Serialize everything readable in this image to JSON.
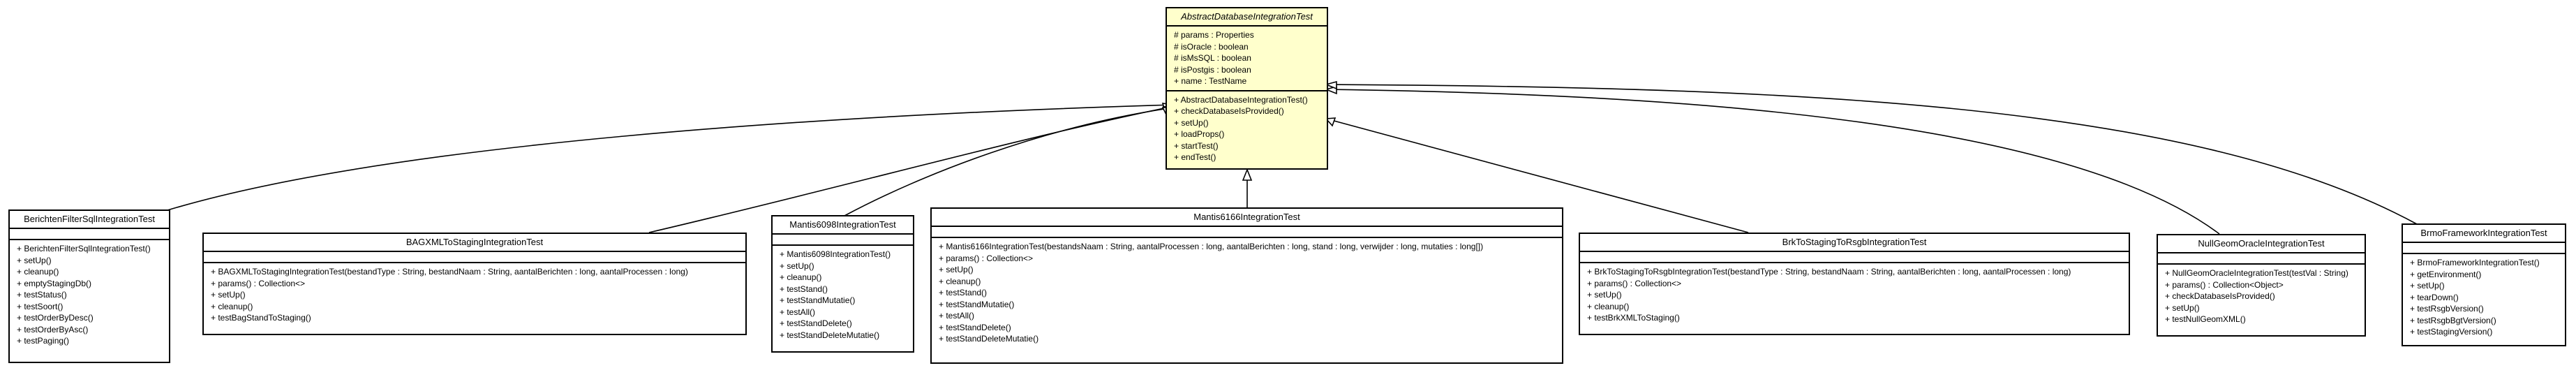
{
  "abstract_class": {
    "name": "AbstractDatabaseIntegrationTest",
    "attributes": [
      "# params : Properties",
      "# isOracle : boolean",
      "# isMsSQL : boolean",
      "# isPostgis : boolean",
      "+ name : TestName"
    ],
    "operations": [
      "+ AbstractDatabaseIntegrationTest()",
      "+ checkDatabaseIsProvided()",
      "+ setUp()",
      "+ loadProps()",
      "+ startTest()",
      "+ endTest()"
    ]
  },
  "classes": [
    {
      "name": "BerichtenFilterSqlIntegrationTest",
      "operations": [
        "+ BerichtenFilterSqlIntegrationTest()",
        "+ setUp()",
        "+ cleanup()",
        "+ emptyStagingDb()",
        "+ testStatus()",
        "+ testSoort()",
        "+ testOrderByDesc()",
        "+ testOrderByAsc()",
        "+ testPaging()"
      ]
    },
    {
      "name": "BAGXMLToStagingIntegrationTest",
      "operations": [
        "+ BAGXMLToStagingIntegrationTest(bestandType : String, bestandNaam : String, aantalBerichten : long, aantalProcessen : long)",
        "+ params() : Collection<>",
        "+ setUp()",
        "+ cleanup()",
        "+ testBagStandToStaging()"
      ]
    },
    {
      "name": "Mantis6098IntegrationTest",
      "operations": [
        "+ Mantis6098IntegrationTest()",
        "+ setUp()",
        "+ cleanup()",
        "+ testStand()",
        "+ testStandMutatie()",
        "+ testAll()",
        "+ testStandDelete()",
        "+ testStandDeleteMutatie()"
      ]
    },
    {
      "name": "Mantis6166IntegrationTest",
      "operations": [
        "+ Mantis6166IntegrationTest(bestandsNaam : String, aantalProcessen : long, aantalBerichten : long, stand : long, verwijder : long, mutaties : long[])",
        "+ params() : Collection<>",
        "+ setUp()",
        "+ cleanup()",
        "+ testStand()",
        "+ testStandMutatie()",
        "+ testAll()",
        "+ testStandDelete()",
        "+ testStandDeleteMutatie()"
      ]
    },
    {
      "name": "BrkToStagingToRsgbIntegrationTest",
      "operations": [
        "+ BrkToStagingToRsgbIntegrationTest(bestandType : String, bestandNaam : String, aantalBerichten : long, aantalProcessen : long)",
        "+ params() : Collection<>",
        "+ setUp()",
        "+ cleanup()",
        "+ testBrkXMLToStaging()"
      ]
    },
    {
      "name": "NullGeomOracleIntegrationTest",
      "operations": [
        "+ NullGeomOracleIntegrationTest(testVal : String)",
        "+ params() : Collection<Object>",
        "+ checkDatabaseIsProvided()",
        "+ setUp()",
        "+ testNullGeomXML()"
      ]
    },
    {
      "name": "BrmoFrameworkIntegrationTest",
      "operations": [
        "+ BrmoFrameworkIntegrationTest()",
        "+ getEnvironment()",
        "+ setUp()",
        "+ tearDown()",
        "+ testRsgbVersion()",
        "+ testRsgbBgtVersion()",
        "+ testStagingVersion()"
      ]
    }
  ]
}
